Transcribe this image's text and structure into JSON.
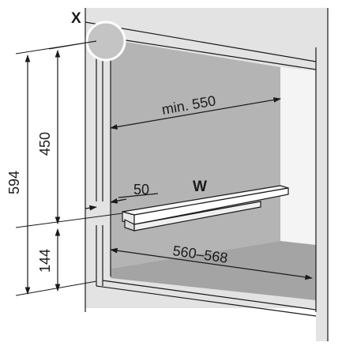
{
  "diagram": {
    "labels": {
      "x_marker": "X",
      "shelf_marker": "W",
      "width_min": "min. 550",
      "shelf_offset": "50",
      "width_range": "560–568",
      "height_total": "594",
      "height_upper": "450",
      "height_lower": "144"
    },
    "colors": {
      "wall": "#e3e3e3",
      "niche_back": "#b4b4b4",
      "niche_floor": "#a4a4a4",
      "shelf": "#f5f5f5",
      "lines": "#1a1a1a",
      "highlight_circle": "#c4c4c4"
    }
  }
}
